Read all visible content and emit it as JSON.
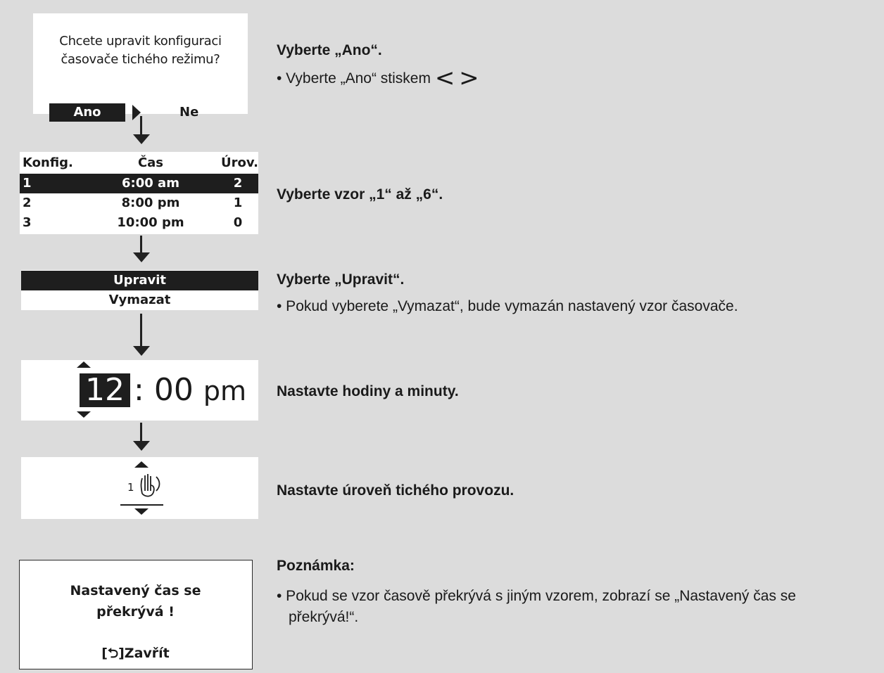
{
  "step1": {
    "question_line1": "Chcete upravit konfiguraci",
    "question_line2": "časovače tichého režimu?",
    "yes": "Ano",
    "no": "Ne",
    "heading": "Vyberte „Ano“.",
    "bullet_text": "• Vyberte „Ano“ stiskem",
    "left_glyph": "<",
    "right_glyph": ">"
  },
  "step2": {
    "headers": [
      "Konfig.",
      "Čas",
      "Úrov."
    ],
    "rows": [
      [
        "1",
        "6:00 am",
        "2"
      ],
      [
        "2",
        "8:00 pm",
        "1"
      ],
      [
        "3",
        "10:00 pm",
        "0"
      ]
    ],
    "selected_row": 0,
    "heading": "Vyberte vzor „1“ až „6“."
  },
  "step3": {
    "options": [
      "Upravit",
      "Vymazat"
    ],
    "selected": 0,
    "heading": "Vyberte „Upravit“.",
    "bullet": "• Pokud vyberete „Vymazat“, bude vymazán nastavený vzor časovače."
  },
  "step4": {
    "hours": "12",
    "separator": ":",
    "minutes": "00",
    "ampm": "pm",
    "heading": "Nastavte hodiny a minuty."
  },
  "step5": {
    "level": "1",
    "heading": "Nastavte úroveň tichého provozu."
  },
  "step6": {
    "message_line1": "Nastavený čas se",
    "message_line2": "překrývá !",
    "close_label": "[⮌]Zavřít",
    "heading": "Poznámka:",
    "bullet_line1": "• Pokud se vzor časově překrývá s jiným vzorem, zobrazí se „Nastavený čas se",
    "bullet_line2": "překrývá!“."
  }
}
